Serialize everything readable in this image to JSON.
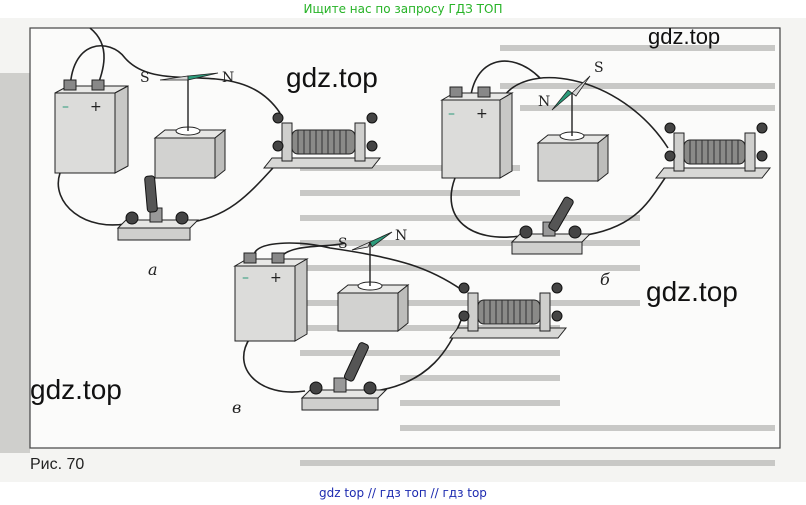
{
  "banner_top": "Ищите нас по запросу ГДЗ ТОП",
  "banner_bottom": "gdz top  //  гдз топ  //  гдз top",
  "figure": {
    "caption": "Рис. 70",
    "parts": [
      "а",
      "б",
      "в"
    ],
    "poles": {
      "south": "S",
      "north": "N"
    },
    "battery_signs": {
      "minus": "–",
      "plus": "+"
    }
  },
  "watermarks": [
    "gdz.top",
    "gdz.top",
    "gdz.top",
    "gdz.top"
  ],
  "colors": {
    "banner_top": "#27b327",
    "banner_bottom": "#1d2bb0",
    "needle_north": "#2c9a7a",
    "needle_south": "#d8d8d8"
  }
}
